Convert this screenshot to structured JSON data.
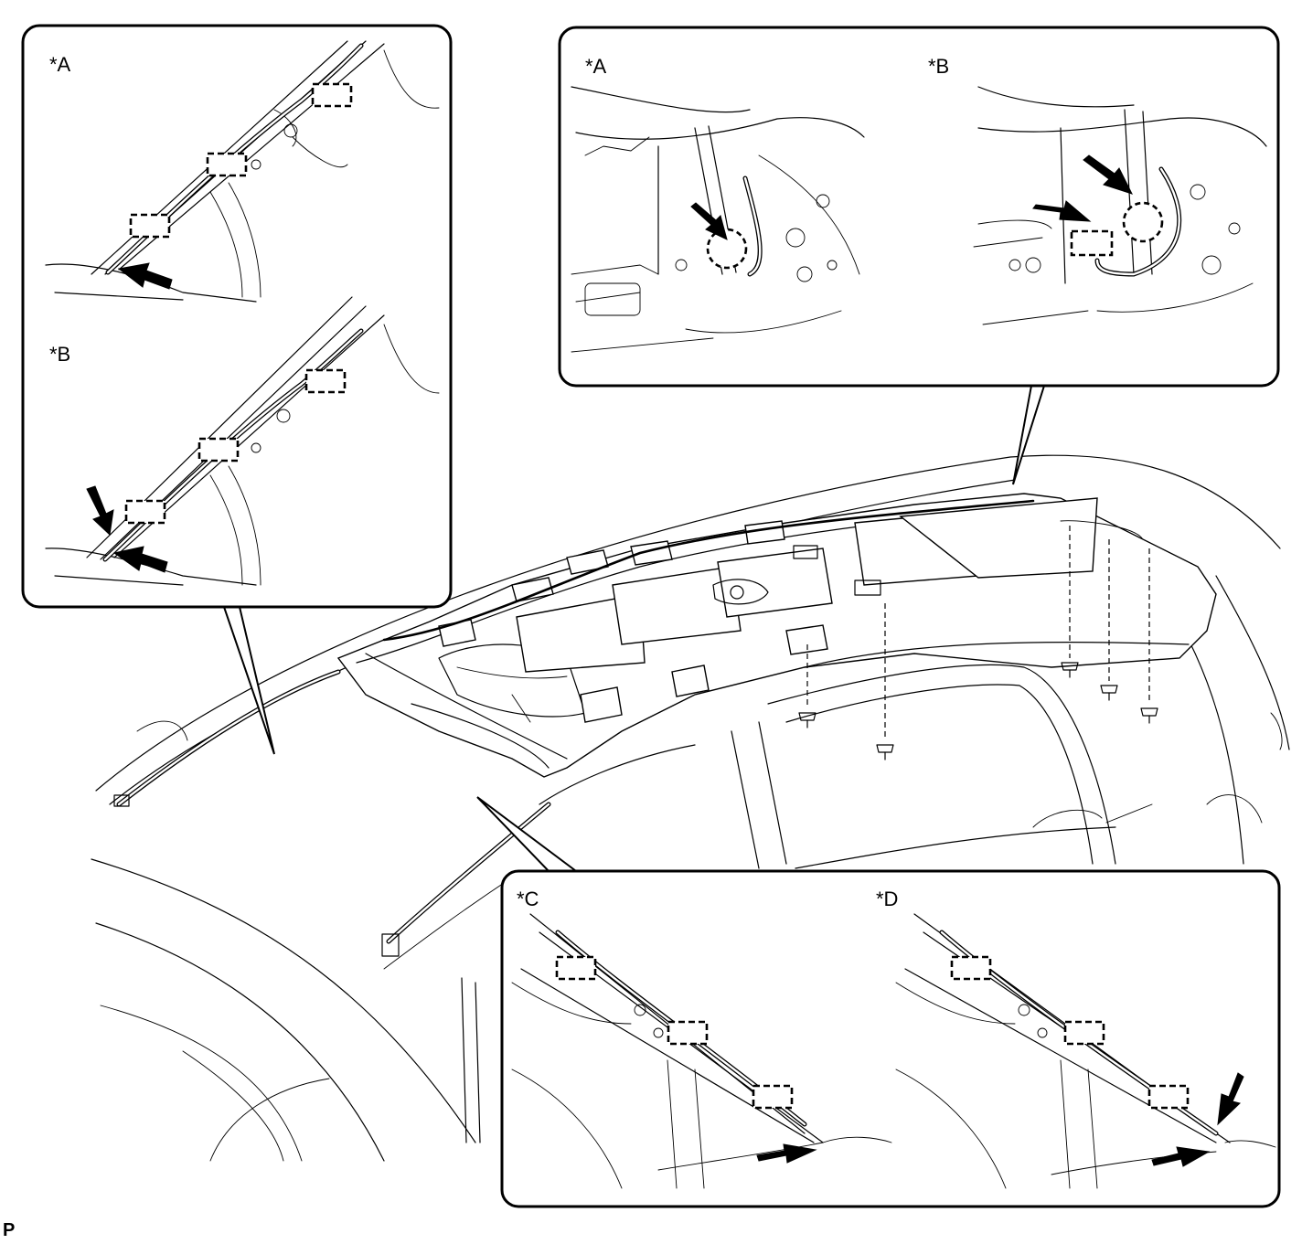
{
  "labels": {
    "top_left_a": "*A",
    "top_left_b": "*B",
    "top_right_a": "*A",
    "top_right_b": "*B",
    "bottom_c": "*C",
    "bottom_d": "*D"
  },
  "footer": {
    "code": "P"
  }
}
